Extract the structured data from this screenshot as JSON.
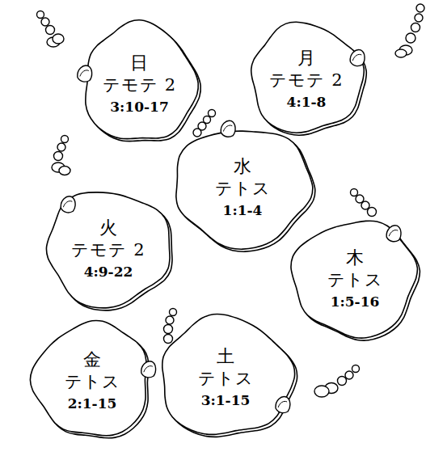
{
  "diagram": {
    "nodes": [
      {
        "text": [
          "日",
          "テモテ 2",
          "3:10-17"
        ]
      },
      {
        "text": [
          "月",
          "テモテ 2",
          "4:1-8"
        ]
      },
      {
        "text": [
          "火",
          "テモテ 2",
          "4:9-22"
        ]
      },
      {
        "text": [
          "水",
          "テトス",
          "1:1-4"
        ]
      },
      {
        "text": [
          "木",
          "テトス",
          "1:5-16"
        ]
      },
      {
        "text": [
          "金",
          "テトス",
          "2:1-15"
        ]
      },
      {
        "text": [
          "土",
          "テトス",
          "3:1-15"
        ]
      }
    ]
  }
}
